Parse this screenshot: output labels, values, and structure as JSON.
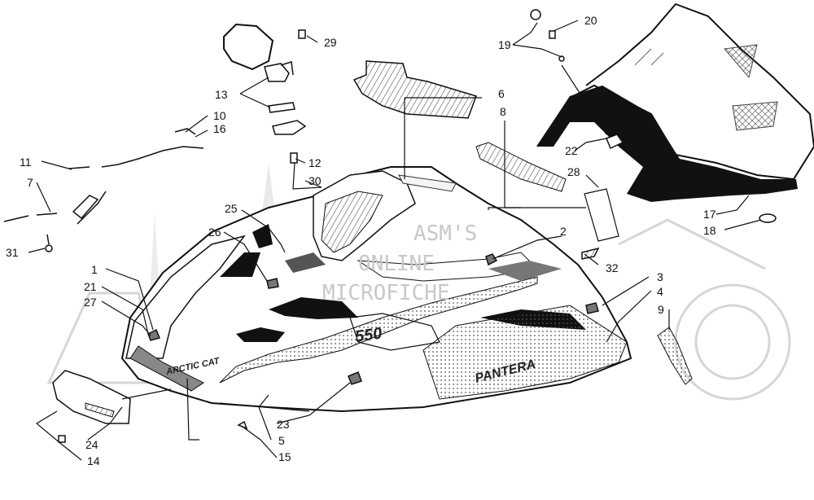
{
  "watermark": {
    "line1": "ASM'S",
    "line2": "ONLINE",
    "line3": "MICROFICHE"
  },
  "decal_text": {
    "brand": "ARCTIC CAT",
    "badge": "550",
    "side": "PANTERA"
  },
  "callouts": {
    "c1": "1",
    "c2": "2",
    "c3": "3",
    "c4": "4",
    "c5": "5",
    "c6": "6",
    "c7": "7",
    "c8": "8",
    "c9": "9",
    "c10": "10",
    "c11": "11",
    "c12": "12",
    "c13": "13",
    "c14": "14",
    "c15": "15",
    "c16": "16",
    "c17": "17",
    "c18": "18",
    "c19": "19",
    "c20": "20",
    "c21": "21",
    "c22": "22",
    "c23": "23",
    "c24": "24",
    "c25": "25",
    "c26": "26",
    "c27": "27",
    "c28": "28",
    "c29": "29",
    "c30": "30",
    "c31": "31",
    "c32": "32"
  }
}
